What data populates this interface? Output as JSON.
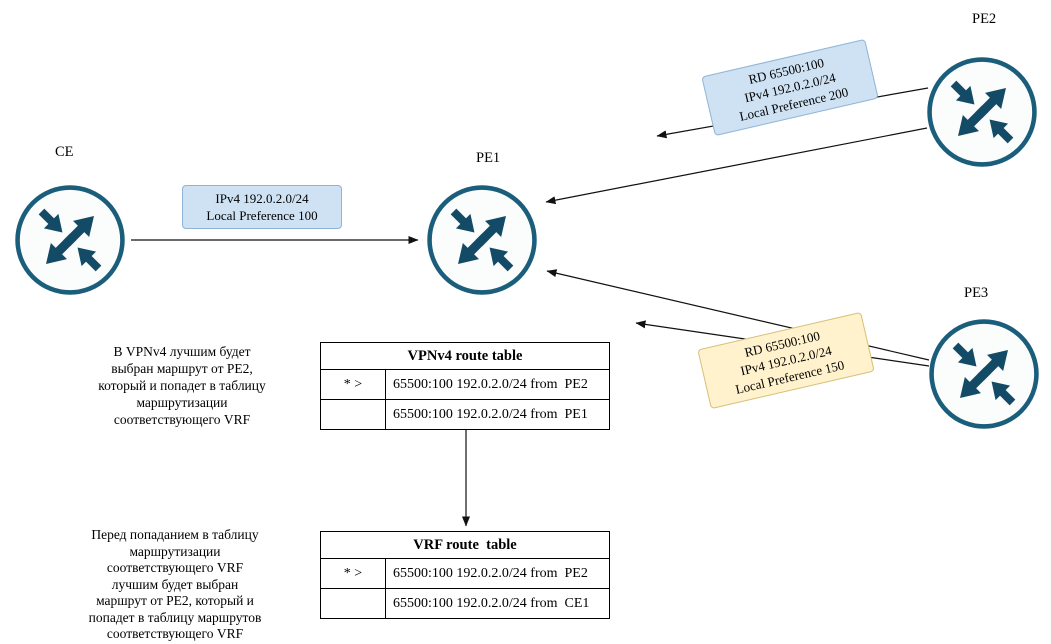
{
  "routers": {
    "ce": {
      "label": "CE"
    },
    "pe1": {
      "label": "PE1"
    },
    "pe2": {
      "label": "PE2"
    },
    "pe3": {
      "label": "PE3"
    }
  },
  "route_labels": {
    "ce_pe1": {
      "lines": [
        "IPv4 192.0.2.0/24",
        "Local Preference 100"
      ],
      "fill": "#cfe2f3",
      "border": "#8eb4d8"
    },
    "pe2_pe1": {
      "lines": [
        "RD 65500:100",
        "IPv4 192.0.2.0/24",
        "Local Preference 200"
      ],
      "fill": "#cfe2f3",
      "border": "#8eb4d8"
    },
    "pe3_pe1": {
      "lines": [
        "RD 65500:100",
        "IPv4 192.0.2.0/24",
        "Local Preference 150"
      ],
      "fill": "#fff2cc",
      "border": "#d6c078"
    }
  },
  "tables": {
    "vpnv4": {
      "title": "VPNv4 route table",
      "rows": [
        {
          "flag": "* >",
          "route": "65500:100 192.0.2.0/24 from  PE2"
        },
        {
          "flag": "",
          "route": "65500:100 192.0.2.0/24 from  PE1"
        }
      ]
    },
    "vrf": {
      "title": "VRF route  table",
      "rows": [
        {
          "flag": "* >",
          "route": "65500:100 192.0.2.0/24 from  PE2"
        },
        {
          "flag": "",
          "route": "65500:100 192.0.2.0/24 from  CE1"
        }
      ]
    }
  },
  "notes": {
    "vpnv4": [
      "В VPNv4 лучшим будет",
      "выбран маршрут от PE2,",
      "который и попадет в таблицу",
      "маршрутизации",
      "соответствующего VRF"
    ],
    "vrf": [
      "Перед попаданием в таблицу",
      "маршрутизации",
      "соответствующего VRF",
      "лучшим будет выбран",
      "маршрут от PE2, который и",
      "попадет в таблицу маршрутов",
      "соответствующего VRF"
    ]
  },
  "colors": {
    "router_outline": "#1a5e7c",
    "router_arrows": "#134b66",
    "connector": "#111111"
  }
}
